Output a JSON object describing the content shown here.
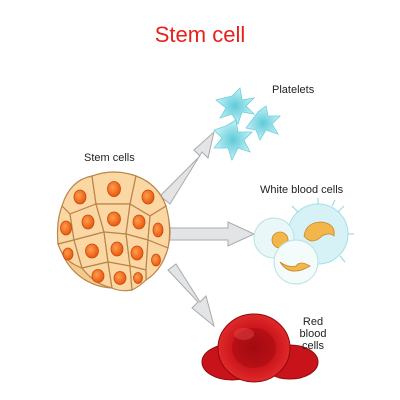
{
  "title": "Stem cell",
  "labels": {
    "platelets": "Platelets",
    "stem_cells": "Stem cells",
    "white_blood_cells": "White blood cells",
    "red_blood_line1": "Red",
    "red_blood_line2": "blood",
    "red_blood_line3": "cells"
  },
  "colors": {
    "title": "#e8211d",
    "stem_cell_fill": "#fbd7a4",
    "stem_cell_stroke": "#b9854a",
    "nucleus": "#f26b1d",
    "platelet": "#9fe4ec",
    "red_cell": "#d4141b",
    "arrow_fill": "#e2e4e6",
    "arrow_stroke": "#a8aaad"
  }
}
